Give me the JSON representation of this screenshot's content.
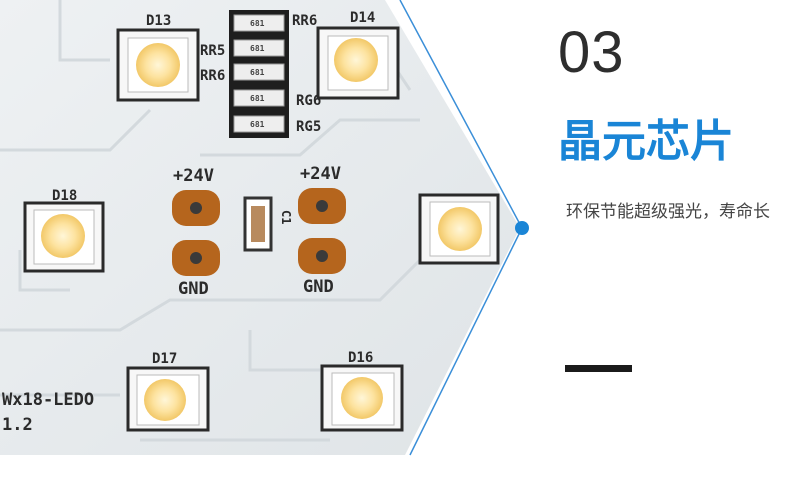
{
  "step": {
    "number": "03"
  },
  "feature": {
    "title": "晶元芯片",
    "description": "环保节能超级强光，寿命长"
  },
  "pcb": {
    "leds": [
      "D13",
      "D14",
      "D18",
      "D17",
      "D16"
    ],
    "resistors": [
      "RR6",
      "RR5",
      "RR6",
      "RG6",
      "RG5"
    ],
    "resistor_code": "681",
    "capacitor": "C1",
    "pad_top_left": "+24V",
    "pad_top_right": "+24V",
    "pad_bottom_left": "GND",
    "pad_bottom_right": "GND",
    "board_model": "Wx18-LEDO",
    "board_version": "1.2"
  },
  "colors": {
    "accent": "#1a85d6",
    "divider_line": "#3b8fd8",
    "pcb_board": "#e6eaec",
    "led_glow": "#fde3a0"
  }
}
